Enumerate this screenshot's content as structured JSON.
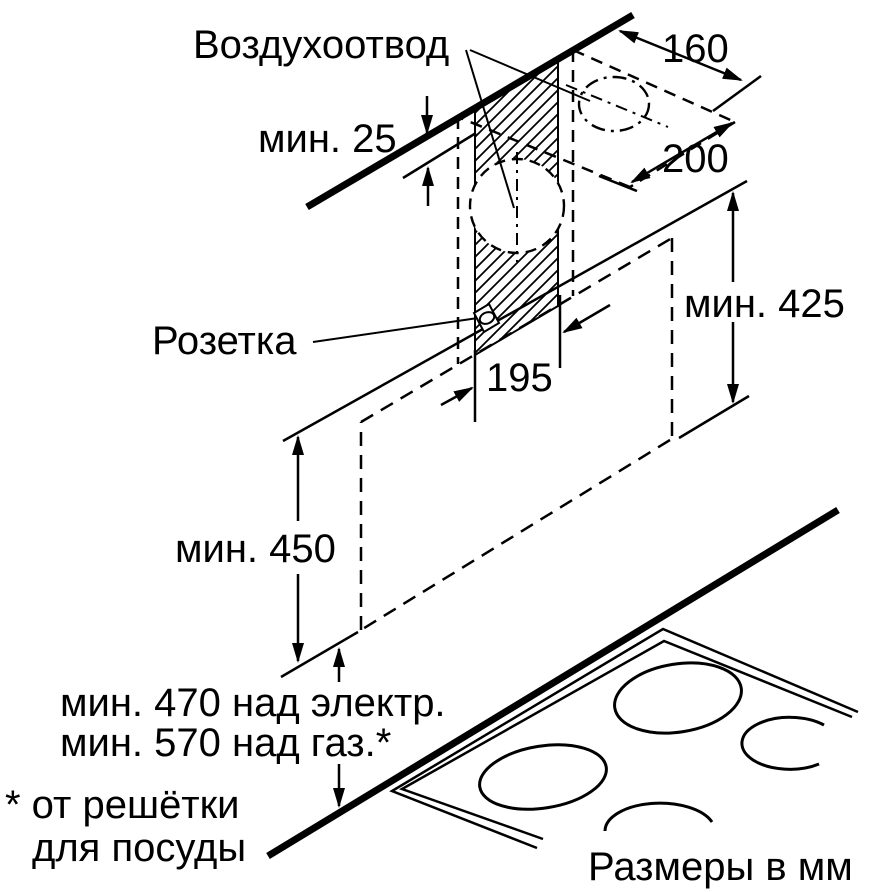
{
  "diagram": {
    "units_note": "Размеры в мм",
    "labels": {
      "air_outlet": "Воздухоотвод",
      "socket": "Розетка",
      "footnote_line1": "* от решётки",
      "footnote_line2": "для посуды"
    },
    "dimensions": {
      "duct_depth_ceiling": "160",
      "duct_width_ceiling": "200",
      "gap_to_ceiling": "мин. 25",
      "rear_panel_height": "мин. 425",
      "socket_offset": "195",
      "wall_clearance": "мин. 450",
      "height_electric": "мин. 470 над электр.",
      "height_gas": "мин. 570 над газ.*"
    },
    "colors": {
      "line": "#000000",
      "background": "#ffffff"
    }
  }
}
